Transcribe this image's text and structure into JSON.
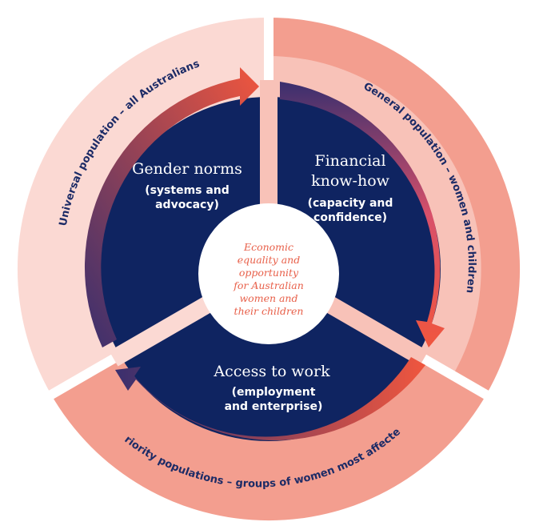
{
  "segments": {
    "gender_norms": {
      "title": "Gender norms",
      "sub": [
        "(systems and",
        "advocacy)"
      ]
    },
    "financial_knowhow": {
      "title": [
        "Financial",
        "know-how"
      ],
      "sub": [
        "(capacity and",
        "confidence)"
      ]
    },
    "access_to_work": {
      "title": "Access to work",
      "sub": [
        "(employment",
        "and enterprise)"
      ]
    }
  },
  "center": {
    "lines": [
      "Economic",
      "equality and",
      "opportunity",
      "for Australian",
      "women and",
      "their children"
    ]
  },
  "ring_labels": {
    "universal": "Universal population – all Australians",
    "general": "General population – women and children",
    "priority": "Priority populations – groups of women most affected"
  },
  "colors": {
    "navy": "#0f2461",
    "ring_light": "#fbd9d3",
    "ring_mid": "#f8c2b8",
    "ring_strong": "#f39e8f",
    "accent": "#f0563e",
    "center_text": "#e8604a"
  }
}
